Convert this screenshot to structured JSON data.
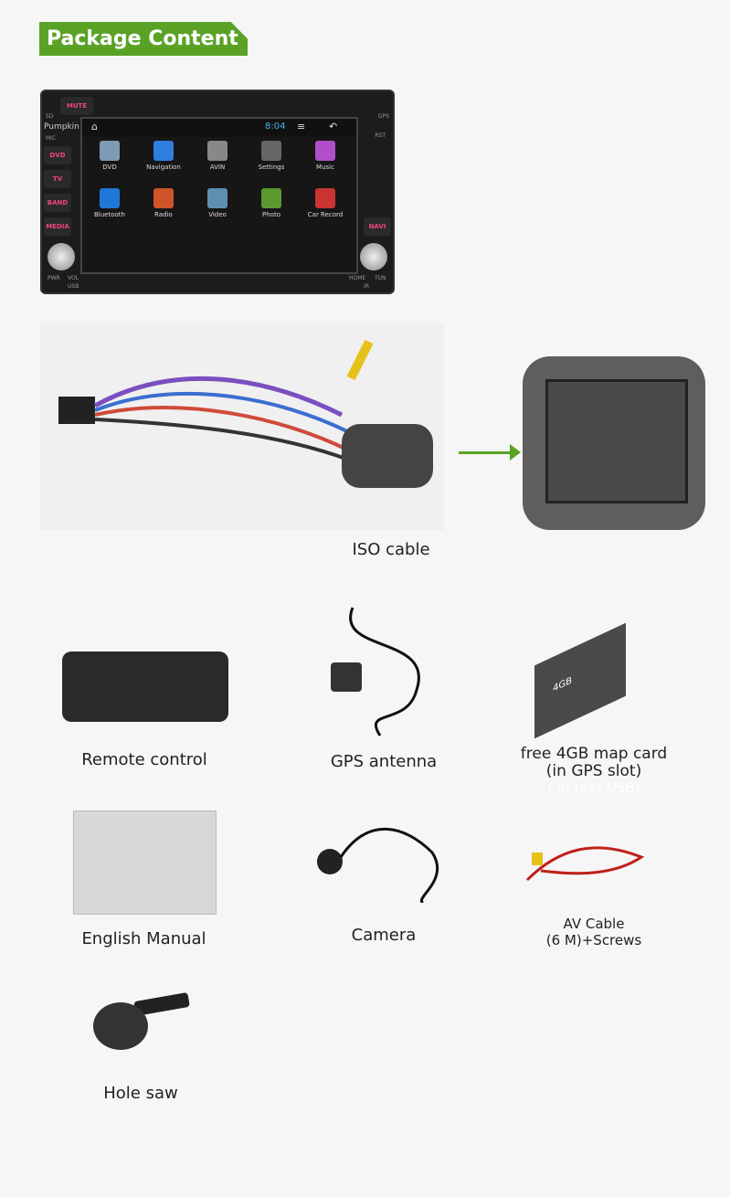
{
  "header": {
    "title": "Package Content"
  },
  "stereo": {
    "brand": "Pumpkin",
    "clock": "8:04",
    "buttons_left": [
      "MUTE",
      "DVD",
      "TV",
      "BAND",
      "MEDIA"
    ],
    "buttons_right": [
      "NAVI"
    ],
    "labels": [
      "SD",
      "MIC",
      "GPS",
      "RST",
      "PWR",
      "VOL",
      "USB",
      "HOME",
      "TUN",
      "IR"
    ],
    "apps": [
      "DVD",
      "Navigation",
      "AVIN",
      "Settings",
      "Music",
      "Bluetooth",
      "Radio",
      "Video",
      "Photo",
      "Car Record"
    ],
    "app_colors": [
      "#7d9bb5",
      "#2f7de1",
      "#888888",
      "#666666",
      "#b04fc7",
      "#1e78d8",
      "#d0532a",
      "#5c8fb0",
      "#5a9a2e",
      "#cc3333"
    ]
  },
  "items": {
    "iso": "ISO cable",
    "remote": "Remote control",
    "gps": "GPS antenna",
    "card_line1": "free 4GB map card",
    "card_line2": "(in GPS slot)",
    "card_faint": "( in rear USB)",
    "card_size": "4GB",
    "manual": "English Manual",
    "camera": "Camera",
    "av_line1": "AV Cable",
    "av_line2": "(6 M)+Screws",
    "holesaw": "Hole saw"
  },
  "colors": {
    "accent": "#5aa226"
  }
}
